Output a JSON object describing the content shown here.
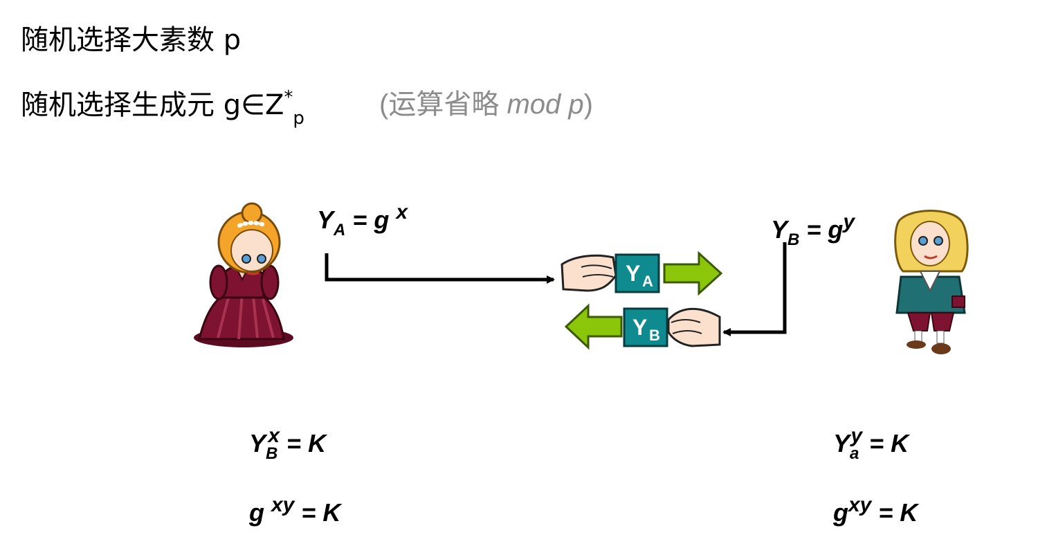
{
  "header": {
    "line1_text": "随机选择大素数 p",
    "line2_text": "随机选择生成元 g∈Z",
    "line2_sup": "*",
    "line2_sub": "p",
    "note_prefix": "(运算省略 ",
    "note_italic": "mod p",
    "note_suffix": ")"
  },
  "alice": {
    "public_base": "Y",
    "public_sub": "A",
    "public_eq": " = g ",
    "public_exp": "x",
    "key1_base": "Y",
    "key1_sub": "B",
    "key1_exp": "x",
    "key1_rhs": " = K",
    "key2_base": "g ",
    "key2_exp": "xy",
    "key2_rhs": " = K"
  },
  "bob": {
    "public_base": "Y",
    "public_sub": "B",
    "public_eq": " = g",
    "public_exp": "y",
    "key1_base": "Y",
    "key1_sub": "a",
    "key1_exp": "y",
    "key1_rhs": " = K",
    "key2_base": "g",
    "key2_exp": "xy",
    "key2_rhs": " = K"
  },
  "tokens": {
    "a_main": "Y",
    "a_sub": "A",
    "b_main": "Y",
    "b_sub": "B"
  },
  "colors": {
    "token_fill": "#0f8a8f",
    "arrow_green": "#8cc60a",
    "queen_dress": "#7d1330",
    "queen_hair": "#f3a429",
    "king_coat": "#1f6f73",
    "king_hair": "#f2d25c"
  }
}
